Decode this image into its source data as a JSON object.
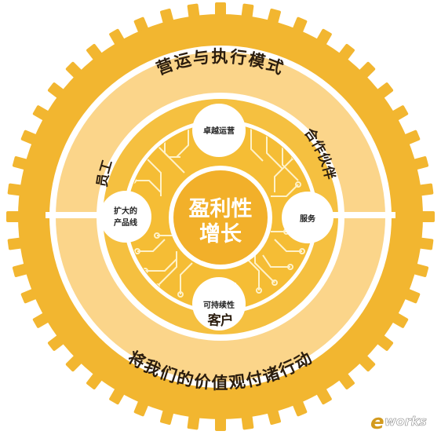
{
  "outer_ring": {
    "top_label": "营运与执行模式",
    "bottom_label": "将我们的价值观付诸行动"
  },
  "middle_ring": {
    "left_label": "员工",
    "right_label": "合作伙伴",
    "bottom_label": "客户"
  },
  "center": {
    "line1": "盈利性",
    "line2": "增长"
  },
  "nodes": {
    "top": "卓越运营",
    "left_line1": "扩大的",
    "left_line2": "产品线",
    "right": "服务",
    "bottom": "可持续性"
  },
  "watermark": {
    "e": "e",
    "text": "works"
  },
  "colors": {
    "gear": "#f2b630",
    "light_band": "#fbd58a",
    "inner_field": "#f5bd35",
    "circuit": "#fff2c8",
    "white": "#ffffff"
  }
}
